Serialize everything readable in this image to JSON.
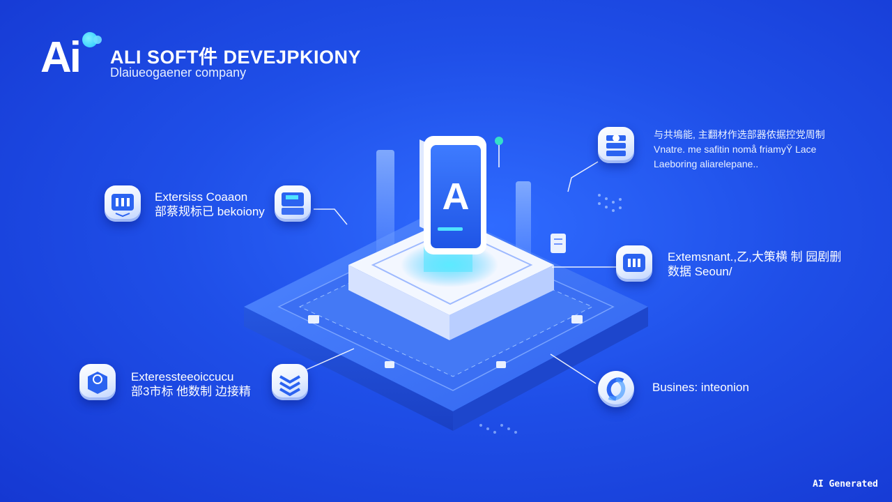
{
  "header": {
    "logo_text": "Ai",
    "title": "ALI SOFT件 DEVEJPKIONY",
    "subtitle": "Dlaiueogaener company"
  },
  "features": {
    "top_right": {
      "line1": "与共塢能, 主翻材作选部器侬据控党周制",
      "line2": "Vnatre. me safitin nomå friamyŸ Lace",
      "line3": "Laeboring aliarelepane.."
    },
    "left_upper": {
      "line1": "Extersiss Coaaon",
      "line2": "部蔡规标已 bekoiony"
    },
    "right_mid": {
      "line1": "Extemsnant.,乙,大策横 制 园剧删",
      "line2": "数据 Seoun/"
    },
    "left_lower": {
      "line1": "Exteressteeoiccucu",
      "line2": "部3市标 他数制 边接精"
    },
    "right_lower": {
      "line1": "Busines: inteonion"
    }
  },
  "central_block": {
    "letter": "A"
  },
  "watermark": "AI Generated",
  "colors": {
    "background": "#1f4fe8",
    "accent_cyan": "#21c6ff",
    "tile_white": "#ffffff"
  }
}
